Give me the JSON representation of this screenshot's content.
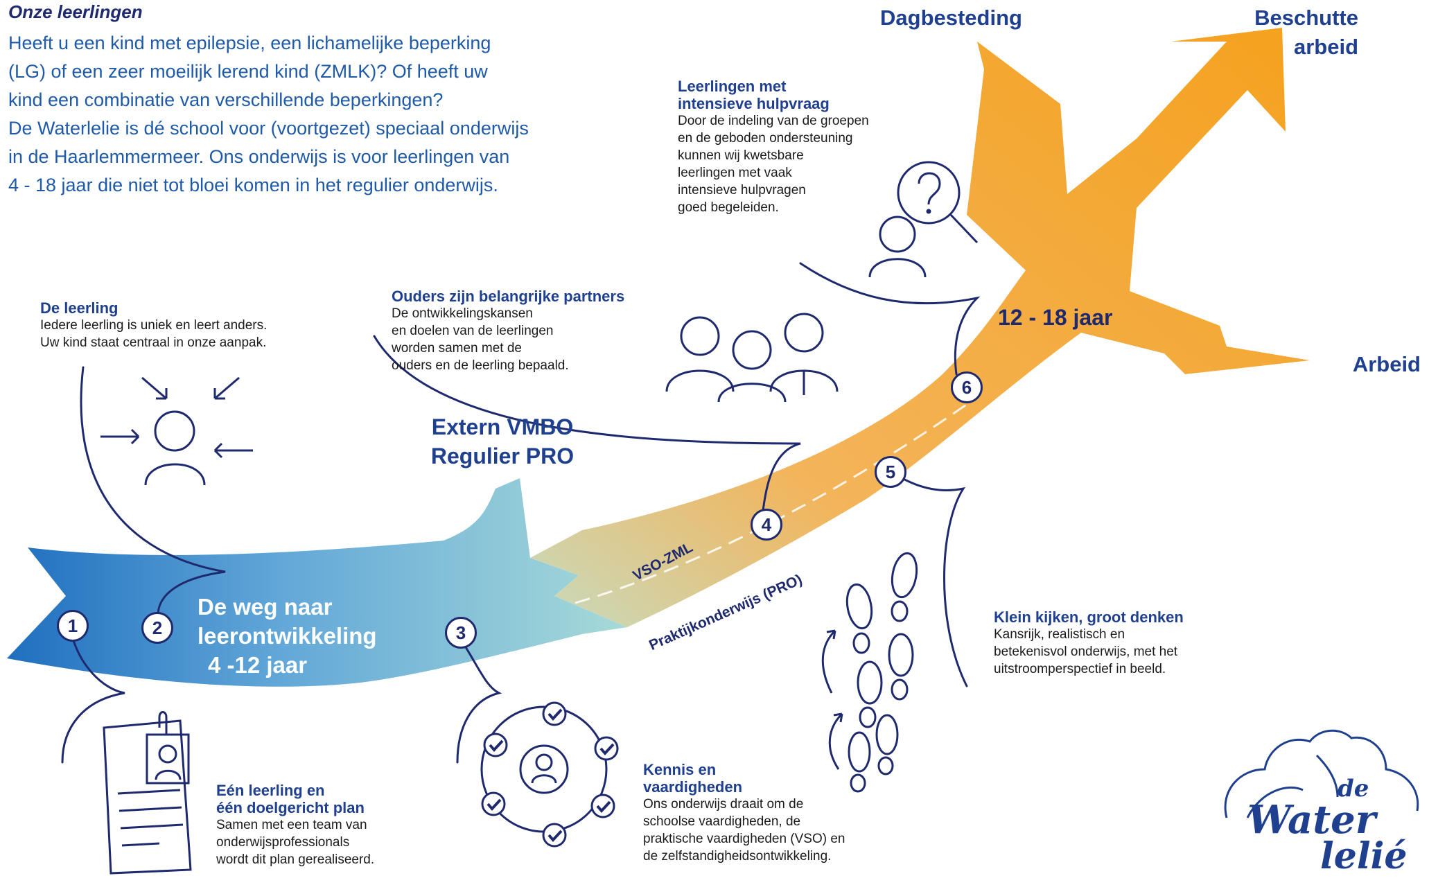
{
  "intro": {
    "title": "Onze leerlingen",
    "lines": [
      "Heeft u een kind met epilepsie, een lichamelijke beperking",
      "(LG) of een zeer moeilijk lerend kind (ZMLK)? Of heeft uw",
      "kind een combinatie van verschillende beperkingen?",
      "De Waterlelie is dé school voor (voortgezet) speciaal onderwijs",
      "in de Haarlemmermeer. Ons onderwijs is voor leerlingen van",
      "4 - 18 jaar die niet tot bloei komen in het regulier onderwijs."
    ]
  },
  "exits": {
    "dagbesteding": "Dagbesteding",
    "beschutte_line1": "Beschutte",
    "beschutte_line2": "arbeid",
    "arbeid": "Arbeid"
  },
  "extern": {
    "line1": "Extern VMBO",
    "line2": "Regulier PRO"
  },
  "path": {
    "title_line1": "De weg naar",
    "title_line2": "leerontwikkeling",
    "age_young": "4 -12 jaar",
    "age_old": "12 - 18 jaar",
    "track_vso": "VSO-ZML",
    "track_pro": "Praktijkonderwijs (PRO)"
  },
  "steps": [
    "1",
    "2",
    "3",
    "4",
    "5",
    "6"
  ],
  "blocks": {
    "leerling": {
      "title": "De leerling",
      "lines": [
        "Iedere leerling is uniek en leert anders.",
        "Uw kind staat centraal in onze aanpak."
      ]
    },
    "ouders": {
      "title": "Ouders zijn belangrijke partners",
      "lines": [
        "De ontwikkelingskansen",
        "en doelen van de leerlingen",
        "worden samen met de",
        "ouders en de leerling bepaald."
      ]
    },
    "hulpvraag": {
      "title_line1": "Leerlingen met",
      "title_line2": "intensieve hulpvraag",
      "lines": [
        "Door de indeling van de groepen",
        "en de geboden ondersteuning",
        "kunnen wij kwetsbare",
        "leerlingen met vaak",
        "intensieve hulpvragen",
        "goed begeleiden."
      ]
    },
    "plan": {
      "title_line1": "Eén leerling en",
      "title_line2": "één doelgericht plan",
      "lines": [
        "Samen met een team van",
        "onderwijsprofessionals",
        "wordt dit plan gerealiseerd."
      ]
    },
    "kennis": {
      "title_line1": "Kennis en",
      "title_line2": "vaardigheden",
      "lines": [
        "Ons onderwijs draait om de",
        "schoolse vaardigheden, de",
        "praktische vaardigheden (VSO) en",
        "de zelfstandigheidsontwikkeling."
      ]
    },
    "klein": {
      "title": "Klein kijken, groot denken",
      "lines": [
        "Kansrijk, realistisch en",
        "betekenisvol onderwijs, met het",
        "uitstroomperspectief in beeld."
      ]
    }
  },
  "logo": {
    "de": "de",
    "water": "Water",
    "lelie": "lelié"
  },
  "colors": {
    "navy": "#1f2a6e",
    "heading_blue": "#1f3f8f",
    "intro_blue": "#1f5aa8",
    "arrow_blue": "#2a6fbe",
    "arrow_teal": "#9fd6d6",
    "arrow_orange": "#f5a623"
  },
  "icons": [
    "person-arrows-icon",
    "group-icon",
    "search-question-icon",
    "document-icon",
    "check-circle-icon",
    "footsteps-icon"
  ]
}
